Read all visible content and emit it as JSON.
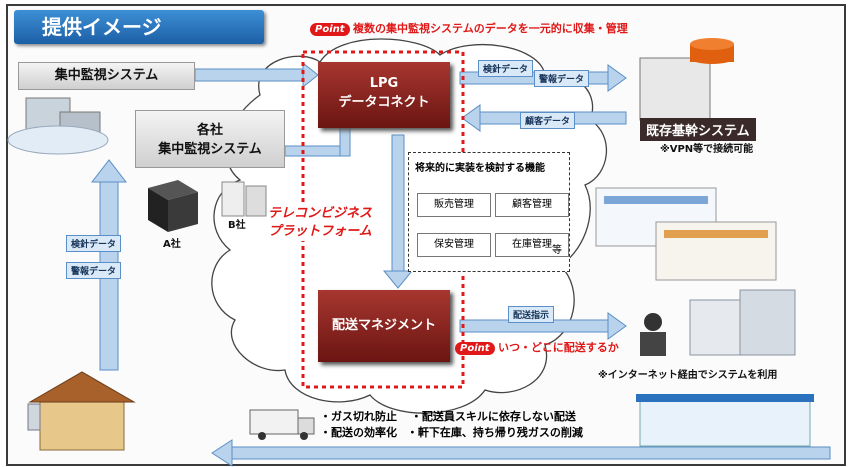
{
  "title": "提供イメージ",
  "point_header": {
    "badge": "Point",
    "text": "複数の集中監視システムのデータを一元的に収集・管理"
  },
  "left": {
    "central_system": "集中監視システム",
    "company_system_line1": "各社",
    "company_system_line2": "集中監視システム",
    "company_a": "A社",
    "company_b": "B社",
    "up_label_1": "検針データ",
    "up_label_2": "警報データ"
  },
  "platform": {
    "lpg_line1": "LPG",
    "lpg_line2": "データコネクト",
    "telecom_line1": "テレコンビジネス",
    "telecom_line2": "プラットフォーム",
    "future_title": "将来的に実装を検討する機能",
    "future_items": [
      "販売管理",
      "顧客管理",
      "保安管理",
      "在庫管理"
    ],
    "future_suffix": "等",
    "delivery": "配送マネジメント"
  },
  "right": {
    "out_label_1": "検針データ",
    "out_label_2": "警報データ",
    "in_label": "顧客データ",
    "core_system": "既存基幹システム",
    "vpn_note": "※VPN等で接続可能",
    "delivery_label": "配送指示",
    "point_badge": "Point",
    "delivery_point": "いつ・どこに配送するか",
    "internet_note": "※インターネット経由でシステムを利用"
  },
  "bottom": {
    "benefit_1": "・ガス切れ防止",
    "benefit_2": "・配送員スキルに依存しない配送",
    "benefit_3": "・配送の効率化",
    "benefit_4": "・軒下在庫、持ち帰り残ガスの削減"
  },
  "colors": {
    "maroon": "#8b241f",
    "blue_arrow": "#5b8fc7",
    "red": "#e01818",
    "title_blue": "#2a72bd"
  }
}
